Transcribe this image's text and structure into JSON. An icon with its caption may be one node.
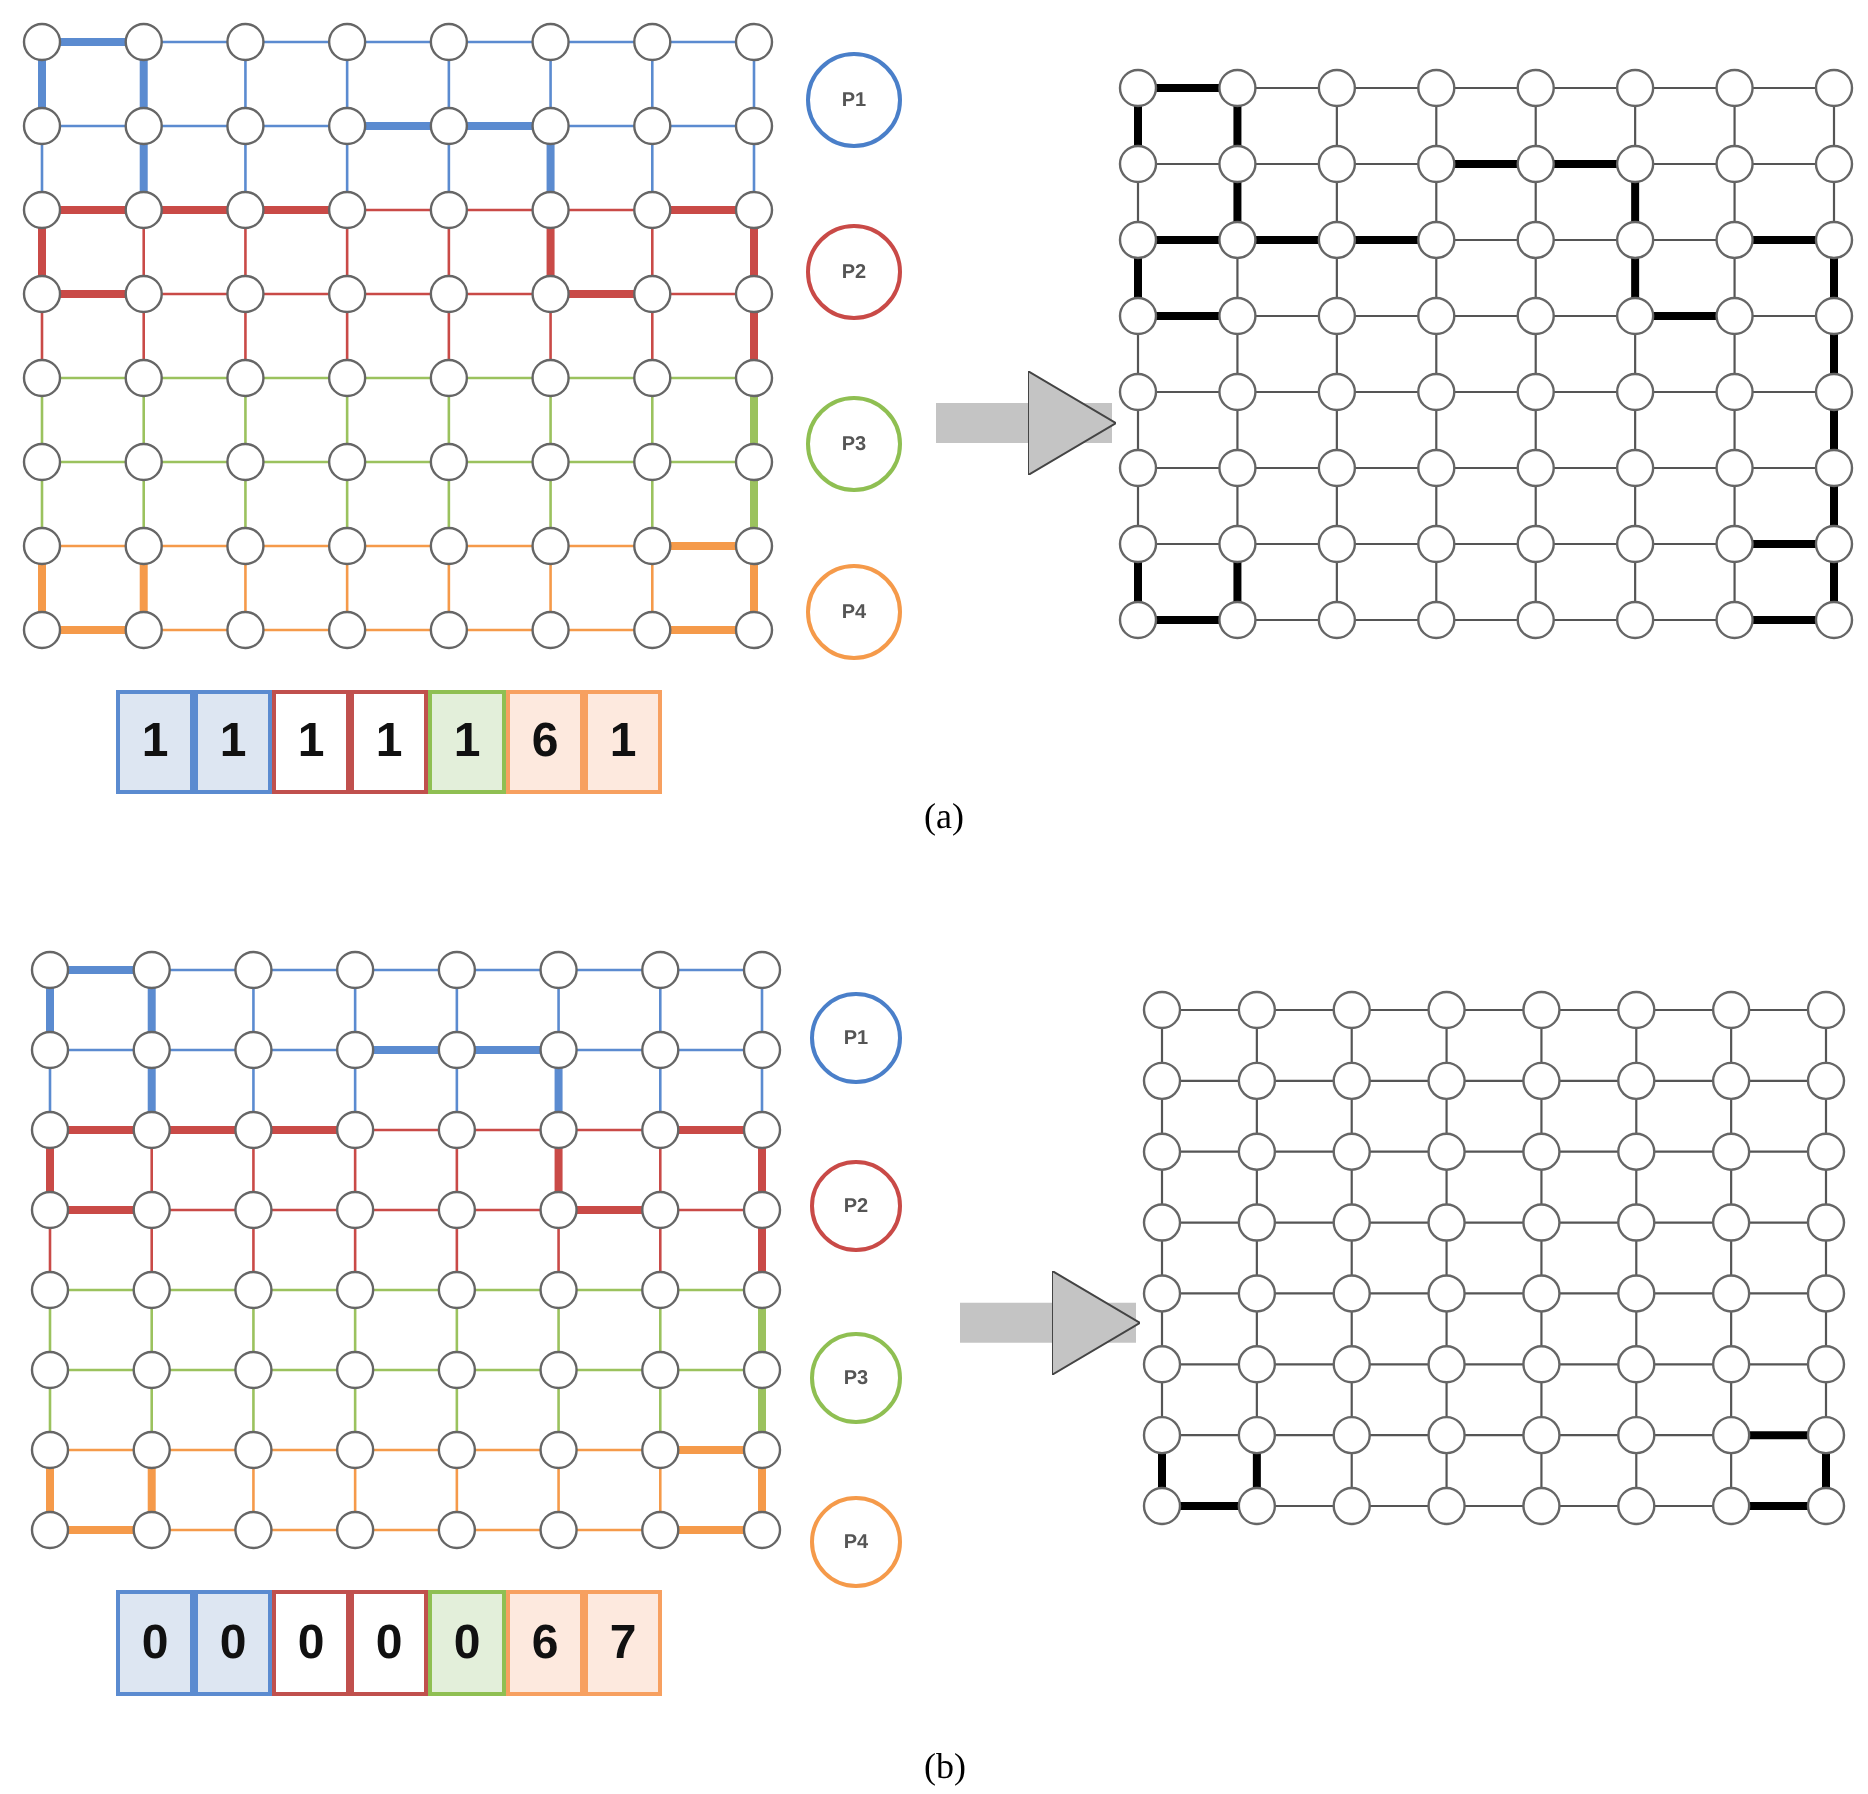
{
  "diagram": {
    "nodes": [
      {
        "text": [],
        "shape": "grid"
      },
      {
        "text": [],
        "shape": "grid"
      },
      {
        "text": [
          "P1"
        ]
      },
      {
        "text": [
          "P2"
        ]
      },
      {
        "text": [
          "P3"
        ]
      },
      {
        "text": [
          "P4"
        ]
      },
      {
        "text": [
          "1"
        ]
      },
      {
        "text": [
          "1"
        ]
      },
      {
        "text": [
          "1"
        ]
      },
      {
        "text": [
          "1"
        ]
      },
      {
        "text": [
          "1"
        ]
      },
      {
        "text": [
          "6"
        ]
      },
      {
        "text": [
          "1"
        ]
      },
      {
        "text": [],
        "shape": "grid"
      },
      {
        "text": [],
        "shape": "grid"
      },
      {
        "text": [
          "P1"
        ]
      },
      {
        "text": [
          "P2"
        ]
      },
      {
        "text": [
          "P3"
        ]
      },
      {
        "text": [
          "P4"
        ]
      },
      {
        "text": [
          "0"
        ]
      },
      {
        "text": [
          "0"
        ]
      },
      {
        "text": [
          "0"
        ]
      },
      {
        "text": [
          "0"
        ]
      },
      {
        "text": [
          "0"
        ]
      },
      {
        "text": [
          "6"
        ]
      },
      {
        "text": [
          "7"
        ]
      }
    ],
    "edges": [
      {
        "from": null,
        "to": 1,
        "arrow": "to"
      },
      {
        "from": null,
        "to": 14,
        "arrow": "to"
      }
    ],
    "labels": [
      "(a)",
      "(b)"
    ]
  }
}
